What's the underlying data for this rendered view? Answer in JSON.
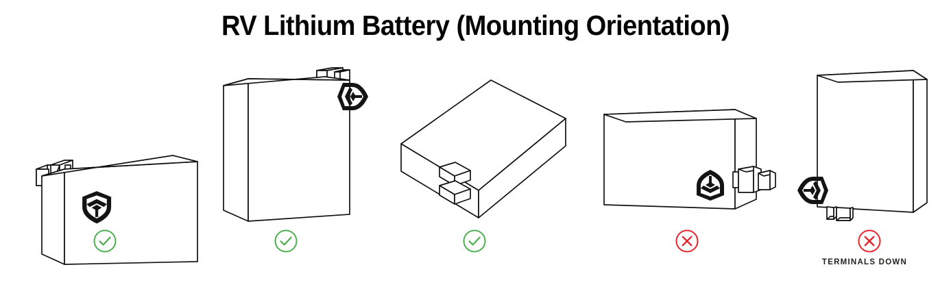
{
  "page": {
    "title": "RV Lithium Battery (Mounting Orientation)",
    "background_color": "#ffffff",
    "line_color": "#111111"
  },
  "status_colors": {
    "approved": "#4CAF50",
    "rejected": "#E8232A"
  },
  "legend": {
    "approved_icon": "circle-check-icon",
    "rejected_icon": "circle-x-icon"
  },
  "figures": [
    {
      "id": "orientation-1",
      "orientation": "horizontal-terminals-left-up",
      "description": "Battery lying on its base, terminals on upper left side, logo upright on front face",
      "logo_icon": "shield-chevron-logo-icon",
      "logo_rotation": "upright",
      "terminal_count": 2,
      "terminal_position": "left-upper",
      "status": "approved",
      "status_icon": "circle-check-icon",
      "status_label": "Approved",
      "caption": ""
    },
    {
      "id": "orientation-2",
      "orientation": "vertical-terminals-up",
      "description": "Battery standing upright on its end, terminals on top, logo rotated on front face",
      "logo_icon": "shield-chevron-logo-icon",
      "logo_rotation": "rotated-left",
      "terminal_count": 2,
      "terminal_position": "top",
      "status": "approved",
      "status_icon": "circle-check-icon",
      "status_label": "Approved",
      "caption": ""
    },
    {
      "id": "orientation-3",
      "orientation": "flat-on-back-terminals-front",
      "description": "Battery lying flat on its back face, terminals on front edge, logo not visible",
      "logo_icon": "",
      "logo_rotation": "",
      "terminal_count": 2,
      "terminal_position": "front-left-face",
      "status": "approved",
      "status_icon": "circle-check-icon",
      "status_label": "Approved",
      "caption": ""
    },
    {
      "id": "orientation-4",
      "orientation": "horizontal-inverted-terminals-right-down",
      "description": "Battery upside down, terminals on lower right side, logo inverted near bottom right",
      "logo_icon": "shield-chevron-logo-icon",
      "logo_rotation": "flipped-vertical",
      "terminal_count": 2,
      "terminal_position": "right-lower",
      "status": "rejected",
      "status_icon": "circle-x-icon",
      "status_label": "Not allowed",
      "caption": ""
    },
    {
      "id": "orientation-5",
      "orientation": "vertical-terminals-down",
      "description": "Battery standing upright but inverted, terminals pointing down at the bottom",
      "logo_icon": "shield-chevron-logo-icon",
      "logo_rotation": "rotated-right",
      "terminal_count": 2,
      "terminal_position": "bottom",
      "status": "rejected",
      "status_icon": "circle-x-icon",
      "status_label": "Not allowed",
      "caption": "TERMINALS DOWN"
    }
  ]
}
